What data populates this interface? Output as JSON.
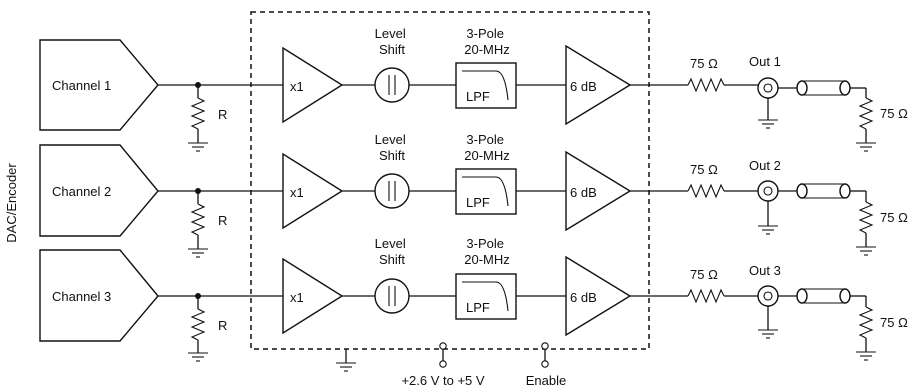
{
  "side_label": "DAC/Encoder",
  "channels": [
    {
      "source": "Channel 1",
      "resistor": "R",
      "buffer": "x1",
      "level_shift": [
        "Level",
        "Shift"
      ],
      "filter_title": [
        "3-Pole",
        "20-MHz"
      ],
      "filter": "LPF",
      "amp": "6 dB",
      "series_r": "75 Ω",
      "output": "Out 1",
      "load_r": "75 Ω"
    },
    {
      "source": "Channel 2",
      "resistor": "R",
      "buffer": "x1",
      "level_shift": [
        "Level",
        "Shift"
      ],
      "filter_title": [
        "3-Pole",
        "20-MHz"
      ],
      "filter": "LPF",
      "amp": "6 dB",
      "series_r": "75 Ω",
      "output": "Out 2",
      "load_r": "75 Ω"
    },
    {
      "source": "Channel 3",
      "resistor": "R",
      "buffer": "x1",
      "level_shift": [
        "Level",
        "Shift"
      ],
      "filter_title": [
        "3-Pole",
        "20-MHz"
      ],
      "filter": "LPF",
      "amp": "6 dB",
      "series_r": "75 Ω",
      "output": "Out 3",
      "load_r": "75 Ω"
    }
  ],
  "bottom_pins": {
    "supply": "+2.6 V to +5 V",
    "enable": "Enable"
  }
}
